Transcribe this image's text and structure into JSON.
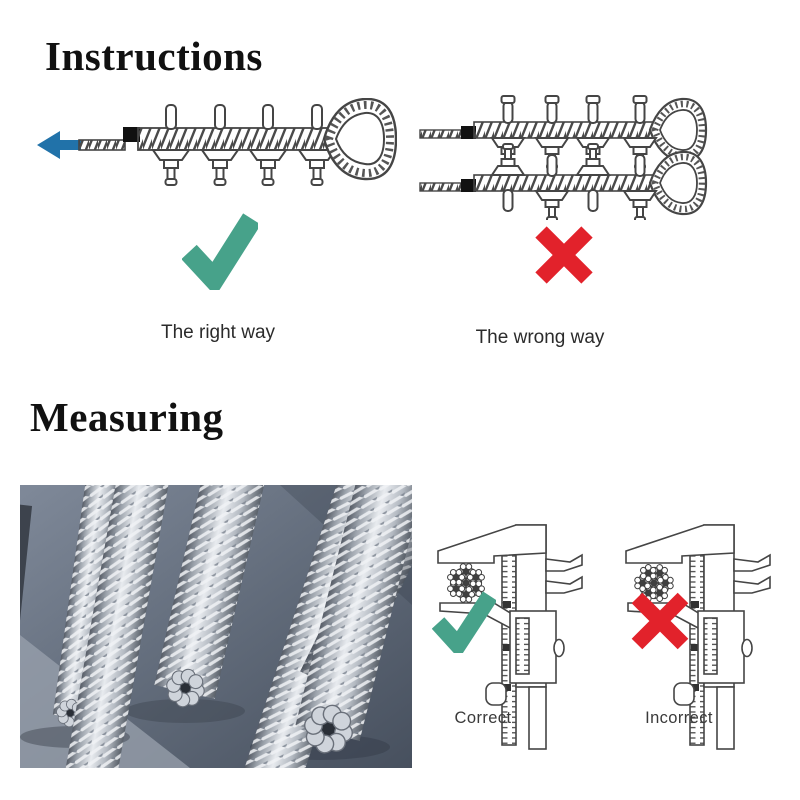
{
  "instructions": {
    "title": "Instructions",
    "right": {
      "caption": "The right way",
      "icon": "check-icon"
    },
    "wrong": {
      "caption": "The wrong way",
      "icon": "cross-icon"
    }
  },
  "measuring": {
    "title": "Measuring",
    "correct": {
      "caption": "Correct",
      "icon": "check-icon"
    },
    "incorrect": {
      "caption": "Incorrect",
      "icon": "cross-icon"
    }
  },
  "icons": {
    "pull_arrow": "pull-direction-arrow-icon",
    "check": "check-icon",
    "cross": "cross-icon"
  },
  "colors": {
    "check_green": "#47a28a",
    "cross_red": "#e2222b",
    "arrow_blue": "#2172a9",
    "diagram_line": "#454545",
    "text_dark": "#2b2b2b",
    "heading": "#111111",
    "photo_bg": "#5d6776"
  }
}
